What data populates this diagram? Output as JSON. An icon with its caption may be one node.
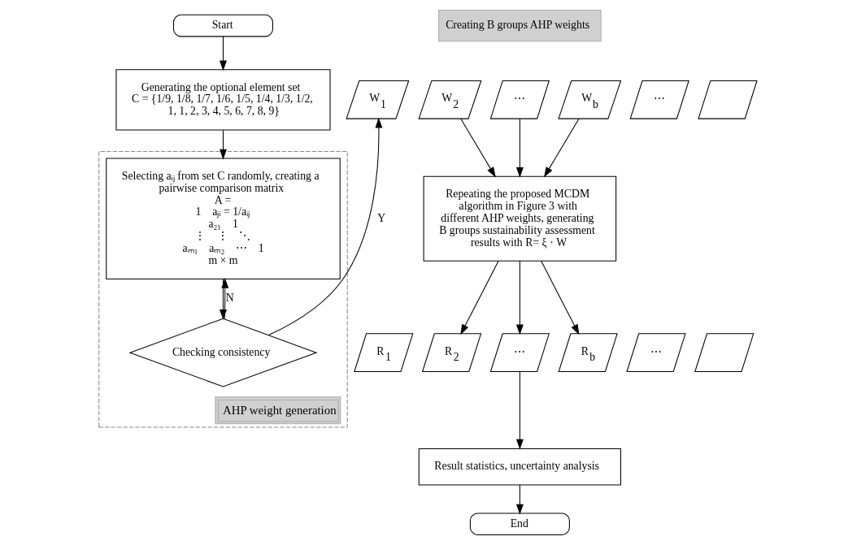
{
  "diagram": {
    "nodes": [
      {
        "text": [
          "Start"
        ]
      },
      {
        "text": [
          "Generating the optional element set",
          "C = {1/9, 1/8, 1/7, 1/6, 1/5, 1/4, 1/3, 1/2, 1, 1, 2, 3, 4, 5, 6, 7, 8, 9}"
        ]
      },
      {
        "text": [
          "AHP weight generation"
        ]
      },
      {
        "text": [
          "Selecting aᵢⱼ from set C randomly, creating a pairwise comparison matrix",
          "A =",
          "1    aⱼᵢ = 1/aᵢⱼ",
          "a₂₁    1",
          "⋮    ⋮    ⋱",
          "aₘ₁    aₘ₂    ⋯    1",
          "m × m"
        ],
        "in": 2
      },
      {
        "text": [
          "Checking consistency"
        ],
        "in": 2
      },
      {
        "text": [
          "Creating B groups AHP weights"
        ]
      },
      {
        "text": [
          "W$_{1}$"
        ]
      },
      {
        "text": [
          "W$_{2}$"
        ]
      },
      {
        "text": [
          "⋯"
        ]
      },
      {
        "text": [
          "W$_{b}$"
        ]
      },
      {
        "text": [
          "⋯"
        ]
      },
      {
        "text": [],
        "shape": "parallelogram"
      },
      {
        "text": [
          "Repeating the proposed MCDM algorithm in Figure 3 with different AHP weights, generating B groups sustainability assessment results with R= ξ · W"
        ]
      },
      {
        "text": [
          "R$_{1}$"
        ]
      },
      {
        "text": [
          "R$_{2}$"
        ]
      },
      {
        "text": [
          "⋯"
        ]
      },
      {
        "text": [
          "R$_{b}$"
        ]
      },
      {
        "text": [
          "⋯"
        ]
      },
      {
        "text": [],
        "shape": "parallelogram"
      },
      {
        "text": [
          "Result statistics, uncertainty analysis"
        ]
      },
      {
        "text": [
          "End"
        ]
      }
    ],
    "edges": [
      {
        "from": 0,
        "to": 1,
        "arrow": "to"
      },
      {
        "from": 1,
        "to": 3,
        "arrow": "to"
      },
      {
        "from": 3,
        "to": 4,
        "arrow": "to"
      },
      {
        "from": 4,
        "to": 3,
        "arrow": "to",
        "label": "N"
      },
      {
        "from": 4,
        "to": 6,
        "arrow": "to",
        "label": "Y"
      },
      {
        "from": 7,
        "to": 12,
        "arrow": "to"
      },
      {
        "from": 8,
        "to": 12,
        "arrow": "to"
      },
      {
        "from": 9,
        "to": 12,
        "arrow": "to"
      },
      {
        "from": 12,
        "to": 14,
        "arrow": "to"
      },
      {
        "from": 12,
        "to": 15,
        "arrow": "to"
      },
      {
        "from": 12,
        "to": 16,
        "arrow": "to"
      },
      {
        "from": 15,
        "to": 19,
        "arrow": "to"
      },
      {
        "from": 19,
        "to": 20,
        "arrow": "to"
      }
    ]
  }
}
